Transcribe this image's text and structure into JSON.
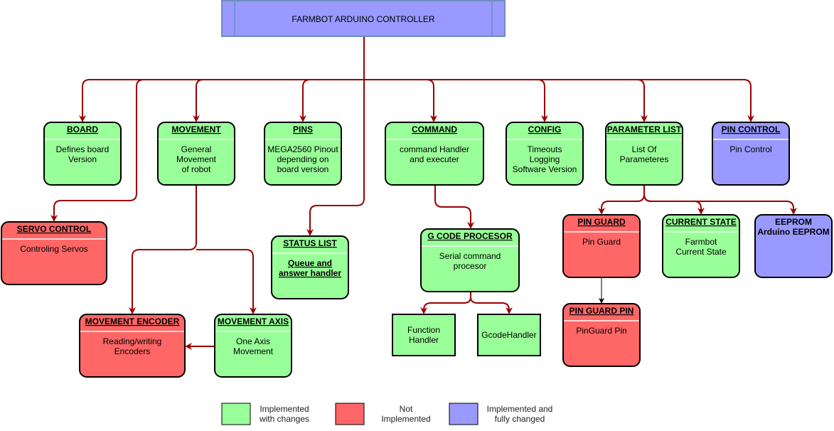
{
  "colors": {
    "implemented_with_changes": "#99ff99",
    "not_implemented": "#ff6666",
    "implemented_fully_changed": "#9999ff",
    "header_fill": "#9999ff",
    "header_border": "#6c8ebf",
    "node_border": "#000000",
    "connector": "#990000",
    "connector_black": "#000000"
  },
  "root": {
    "label": "FARMBOT ARDUINO CONTROLLER"
  },
  "nodes": [
    {
      "id": "board",
      "title": "BOARD",
      "lines": [
        "Defines board",
        "Version"
      ],
      "status": "implemented_with_changes"
    },
    {
      "id": "movement",
      "title": "MOVEMENT",
      "lines": [
        "General",
        "Movement",
        "of robot"
      ],
      "status": "implemented_with_changes"
    },
    {
      "id": "pins",
      "title": "PINS",
      "lines": [
        "MEGA2560 Pinout",
        "depending on",
        "board version"
      ],
      "status": "implemented_with_changes"
    },
    {
      "id": "command",
      "title": "COMMAND",
      "lines": [
        "command Handler",
        "and executer"
      ],
      "status": "implemented_with_changes"
    },
    {
      "id": "config",
      "title": "CONFIG",
      "lines": [
        "Timeouts",
        "Logging",
        "Software Version"
      ],
      "status": "implemented_with_changes"
    },
    {
      "id": "parameter-list",
      "title": "PARAMETER LIST",
      "lines": [
        "List Of",
        "Parameteres"
      ],
      "status": "implemented_with_changes"
    },
    {
      "id": "pin-control",
      "title": "PIN CONTROL",
      "lines": [
        "Pin Control"
      ],
      "status": "implemented_fully_changed"
    },
    {
      "id": "servo-control",
      "title": "SERVO CONTROL",
      "lines": [
        "Controling Servos"
      ],
      "status": "not_implemented"
    },
    {
      "id": "status-list",
      "title": "STATUS LIST",
      "lines": [
        "Queue and ",
        "answer handler"
      ],
      "status": "implemented_with_changes",
      "underline_body": true
    },
    {
      "id": "gcode-procesor",
      "title": "G CODE PROCESOR",
      "lines": [
        "Serial command",
        "procesor"
      ],
      "status": "implemented_with_changes"
    },
    {
      "id": "pin-guard",
      "title": "PIN GUARD",
      "lines": [
        "Pin Guard"
      ],
      "status": "not_implemented"
    },
    {
      "id": "current-state",
      "title": "CURRENT STATE",
      "lines": [
        "Farmbot",
        "Current State"
      ],
      "status": "implemented_with_changes"
    },
    {
      "id": "eeprom",
      "title": "",
      "lines": [
        "EEPROM",
        "Arduino EEPROM"
      ],
      "status": "implemented_fully_changed",
      "bold_body": true
    },
    {
      "id": "movement-encoder",
      "title": "MOVEMENT ENCODER",
      "lines": [
        "Reading/writing",
        "Encoders"
      ],
      "status": "not_implemented"
    },
    {
      "id": "movement-axis",
      "title": "MOVEMENT AXIS",
      "lines": [
        "One Axis",
        "Movement"
      ],
      "status": "implemented_with_changes"
    },
    {
      "id": "function-handler",
      "title": "",
      "lines": [
        "Function",
        "Handler"
      ],
      "status": "implemented_with_changes",
      "square": true
    },
    {
      "id": "gcode-handler",
      "title": "",
      "lines": [
        "GcodeHandler"
      ],
      "status": "implemented_with_changes",
      "square": true
    },
    {
      "id": "pin-guard-pin",
      "title": "PIN GUARD PIN",
      "lines": [
        "PinGuard Pin"
      ],
      "status": "not_implemented"
    }
  ],
  "legend": [
    {
      "status": "implemented_with_changes",
      "lines": [
        "Implemented",
        "with changes"
      ]
    },
    {
      "status": "not_implemented",
      "lines": [
        "Not",
        "Implemented"
      ]
    },
    {
      "status": "implemented_fully_changed",
      "lines": [
        "Implemented and",
        "fully changed"
      ]
    }
  ]
}
